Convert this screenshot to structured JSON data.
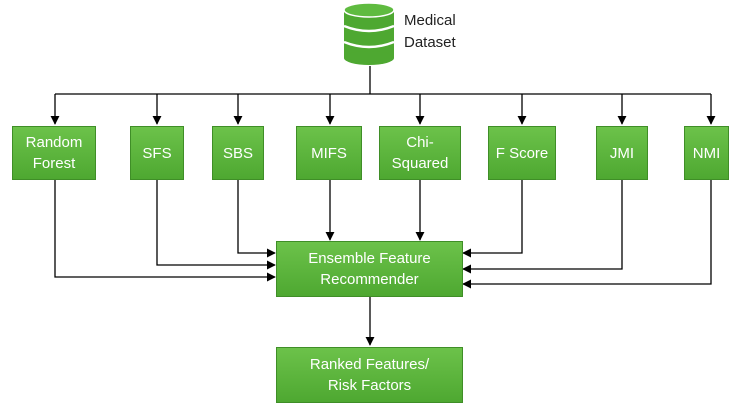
{
  "source": {
    "label": "Medical\nDataset",
    "icon": "database-icon",
    "icon_color": "#4ea831"
  },
  "methods": [
    {
      "id": "random-forest",
      "label": "Random\nForest"
    },
    {
      "id": "sfs",
      "label": "SFS"
    },
    {
      "id": "sbs",
      "label": "SBS"
    },
    {
      "id": "mifs",
      "label": "MIFS"
    },
    {
      "id": "chi-squared",
      "label": "Chi-\nSquared"
    },
    {
      "id": "f-score",
      "label": "F Score"
    },
    {
      "id": "jmi",
      "label": "JMI"
    },
    {
      "id": "nmi",
      "label": "NMI"
    }
  ],
  "recommender": {
    "label": "Ensemble Feature\nRecommender"
  },
  "output": {
    "label": "Ranked Features/\nRisk Factors"
  },
  "colors": {
    "box_fill": "#5bb43c",
    "box_border": "#3f8e27",
    "arrow": "#000000",
    "text_on_box": "#ffffff"
  }
}
